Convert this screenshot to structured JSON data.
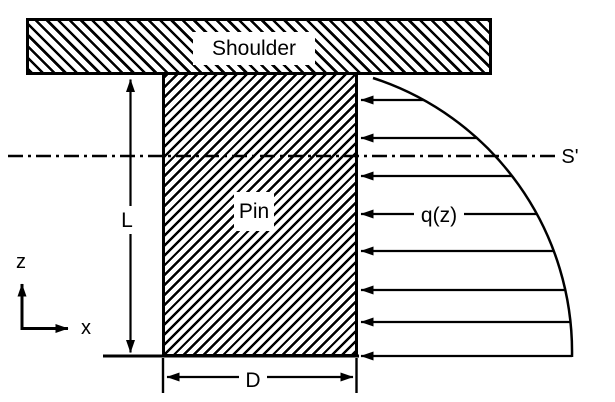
{
  "diagram": {
    "type": "mechanical-schematic",
    "description": "Pin pressed against a shoulder with distributed bearing load q(z) acting on the pin side",
    "labels": {
      "shoulder": "Shoulder",
      "pin": "Pin",
      "load_distribution": "q(z)",
      "section_axis": "S'",
      "length_dimension": "L",
      "diameter_dimension": "D",
      "vertical_axis": "z",
      "horizontal_axis": "x"
    },
    "colors": {
      "line": "#000000",
      "background": "#ffffff"
    }
  }
}
